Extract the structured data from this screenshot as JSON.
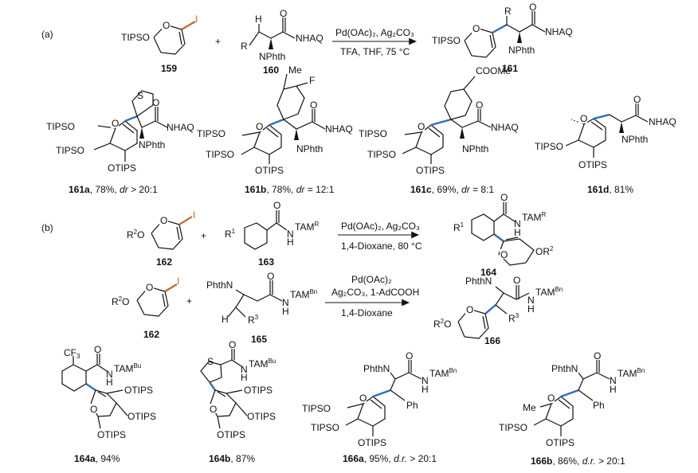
{
  "parts": {
    "a": "(a)",
    "b": "(b)"
  },
  "colors": {
    "new_bond": "#2f6eb5",
    "iodide_bond": "#c0672a"
  },
  "labels": {
    "TIPSO": "TIPSO",
    "OTIPS": "OTIPS",
    "NHAQ": "NHAQ",
    "NPhth": "NPhth",
    "PhthN": "PhthN",
    "I": "I",
    "O": "O",
    "H": "H",
    "R": "R",
    "R1": "R",
    "R1sup": "1",
    "R2O": "R",
    "R2sup": "2",
    "R2Otail": "O",
    "OR2": "OR",
    "R3": "R",
    "R3sup": "3",
    "TAM": "TAM",
    "supR": "R",
    "supBn": "Bn",
    "supBu": "Bu",
    "N": "N",
    "Hn": "H",
    "Me": "Me",
    "F": "F",
    "COOMe": "COOMe",
    "CF3": "CF",
    "CF3sub": "3",
    "S": "S",
    "Ph": "Ph",
    "plus": "+"
  },
  "scheme_a": {
    "reactant1": "159",
    "reactant2": "160",
    "product": "161",
    "conditions_top": "Pd(OAc)₂, Ag₂CO₃",
    "conditions_bottom": "TFA, THF, 75 °C",
    "examples": [
      {
        "id": "161a",
        "text": ", 78%, ",
        "dr": "dr",
        "ratio": " > 20:1"
      },
      {
        "id": "161b",
        "text": ", 78%, ",
        "dr": "dr",
        "ratio": " = 12:1"
      },
      {
        "id": "161c",
        "text": ", 69%, ",
        "dr": "dr",
        "ratio": " = 8:1"
      },
      {
        "id": "161d",
        "text": ", 81%",
        "dr": "",
        "ratio": ""
      }
    ]
  },
  "scheme_b1": {
    "reactant1": "162",
    "reactant2": "163",
    "product": "164",
    "conditions_top": "Pd(OAc)₂, Ag₂CO₃",
    "conditions_bottom": "1,4-Dioxane, 80 °C"
  },
  "scheme_b2": {
    "reactant1": "162",
    "reactant2": "165",
    "product": "166",
    "conditions_line1": "Pd(OAc)₂",
    "conditions_line2": "Ag₂CO₃, 1-AdCOOH",
    "conditions_bottom": "1,4-Dioxane",
    "examples": [
      {
        "id": "164a",
        "text": ", 94%",
        "dr": "",
        "ratio": ""
      },
      {
        "id": "164b",
        "text": ", 87%",
        "dr": "",
        "ratio": ""
      },
      {
        "id": "166a",
        "text": ", 95%, ",
        "dr": "d.r.",
        "ratio": " > 20:1"
      },
      {
        "id": "166b",
        "text": ", 86%, ",
        "dr": "d.r.",
        "ratio": " > 20:1"
      }
    ]
  }
}
